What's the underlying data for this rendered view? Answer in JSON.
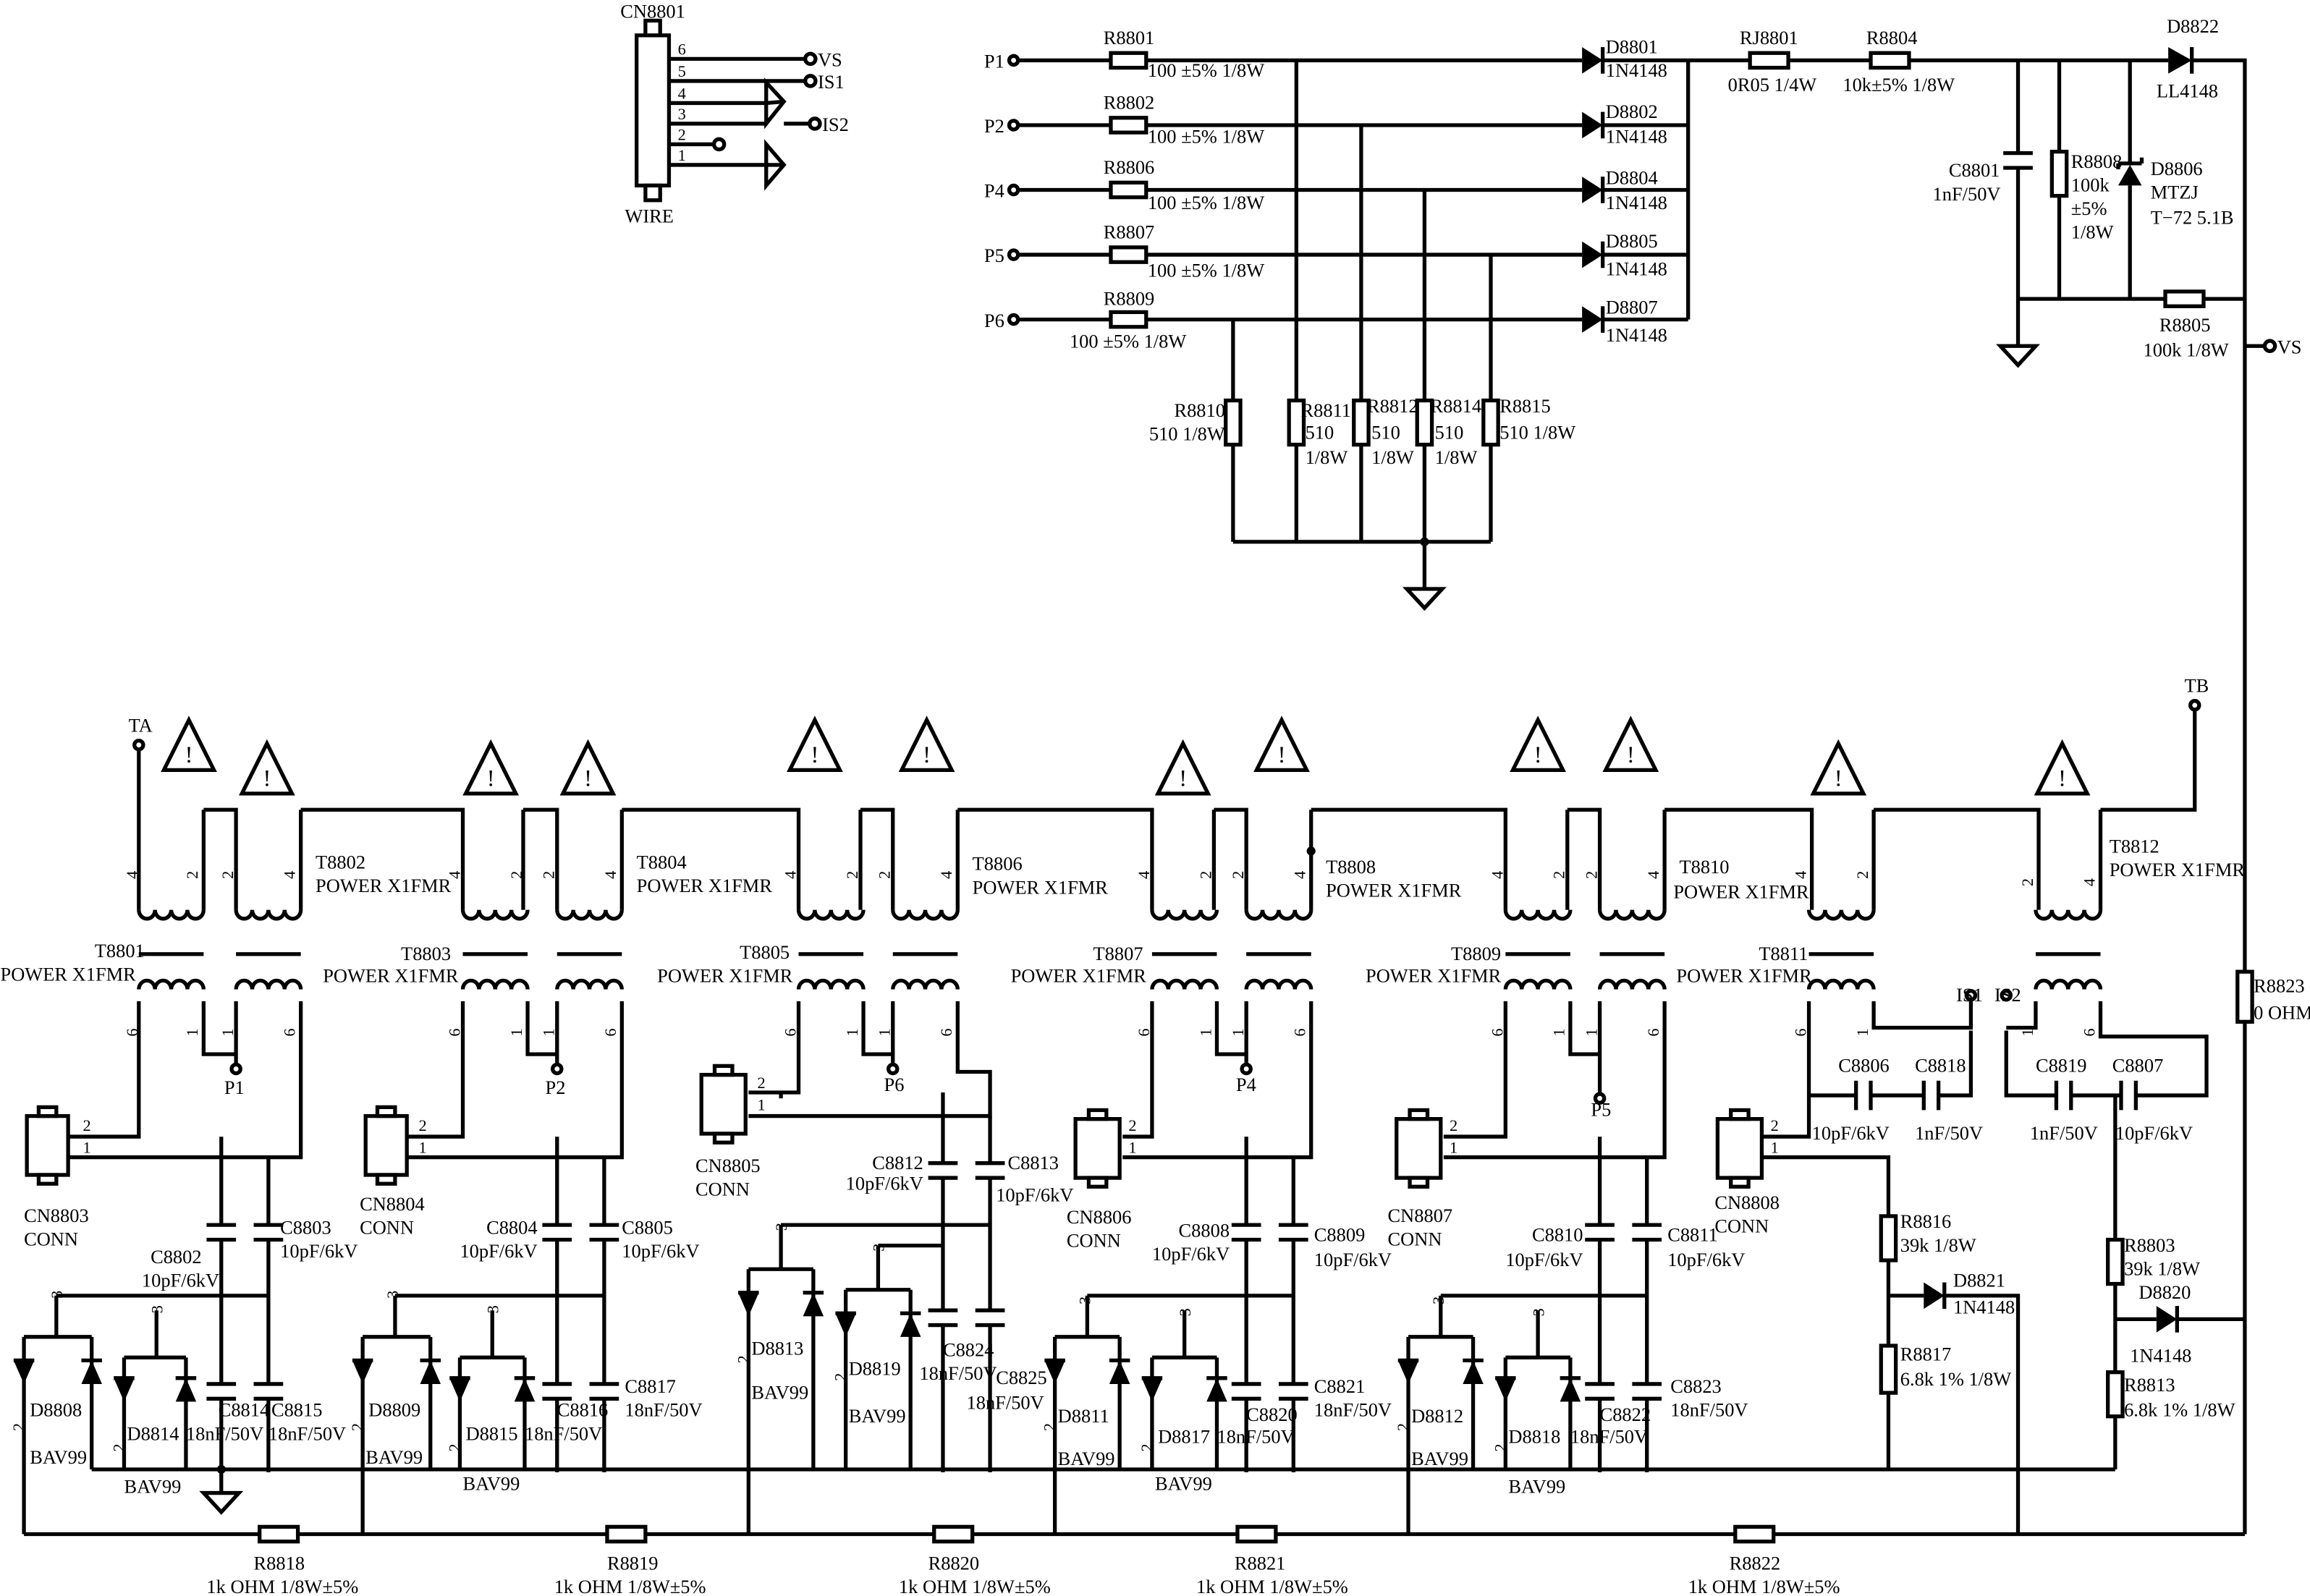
{
  "connector_top": {
    "ref": "CN8801",
    "type": "WIRE",
    "pins": [
      "6",
      "5",
      "4",
      "3",
      "2",
      "1"
    ],
    "net_vs": "VS",
    "net_is1": "IS1",
    "net_is2": "IS2"
  },
  "input_rows": [
    {
      "net": "P1",
      "res": "R8801",
      "res_val": "100 ±5% 1/8W",
      "diode": "D8801",
      "diode_val": "1N4148"
    },
    {
      "net": "P2",
      "res": "R8802",
      "res_val": "100 ±5% 1/8W",
      "diode": "D8802",
      "diode_val": "1N4148"
    },
    {
      "net": "P4",
      "res": "R8806",
      "res_val": "100 ±5% 1/8W",
      "diode": "D8804",
      "diode_val": "1N4148"
    },
    {
      "net": "P5",
      "res": "R8807",
      "res_val": "100 ±5% 1/8W",
      "diode": "D8805",
      "diode_val": "1N4148"
    },
    {
      "net": "P6",
      "res": "R8809",
      "res_val": "100 ±5% 1/8W",
      "diode": "D8807",
      "diode_val": "1N4148"
    }
  ],
  "pulldowns": [
    {
      "ref": "R8810",
      "val": "510 1/8W"
    },
    {
      "ref": "R8811",
      "val1": "510",
      "val2": "1/8W"
    },
    {
      "ref": "R8812",
      "val1": "510",
      "val2": "1/8W"
    },
    {
      "ref": "R8814",
      "val1": "510",
      "val2": "1/8W"
    },
    {
      "ref": "R8815",
      "val": "510 1/8W"
    }
  ],
  "vs_chain": {
    "rj_ref": "RJ8801",
    "rj_val": "0R05 1/4W",
    "r4_ref": "R8804",
    "r4_val": "10k±5% 1/8W",
    "d22_ref": "D8822",
    "d22_val": "LL4148",
    "c1_ref": "C8801",
    "c1_val": "1nF/50V",
    "r8_ref": "R8808",
    "r8_v1": "100k",
    "r8_v2": "±5%",
    "r8_v3": "1/8W",
    "d6_ref": "D8806",
    "d6_v1": "MTZJ",
    "d6_v2": "T−72 5.1B",
    "r5_ref": "R8805",
    "r5_val": "100k 1/8W",
    "vs": "VS"
  },
  "transformers": [
    {
      "ref": "T8801",
      "desc": "POWER X1FMR"
    },
    {
      "ref": "T8802",
      "desc": "POWER X1FMR"
    },
    {
      "ref": "T8803",
      "desc": "POWER X1FMR"
    },
    {
      "ref": "T8804",
      "desc": "POWER X1FMR"
    },
    {
      "ref": "T8805",
      "desc": "POWER X1FMR"
    },
    {
      "ref": "T8806",
      "desc": "POWER X1FMR"
    },
    {
      "ref": "T8807",
      "desc": "POWER X1FMR"
    },
    {
      "ref": "T8808",
      "desc": "POWER X1FMR"
    },
    {
      "ref": "T8809",
      "desc": "POWER X1FMR"
    },
    {
      "ref": "T8810",
      "desc": "POWER X1FMR"
    },
    {
      "ref": "T8811",
      "desc": "POWER X1FMR"
    },
    {
      "ref": "T8812",
      "desc": "POWER X1FMR"
    }
  ],
  "pin_labels": {
    "p2": "2",
    "p4": "4",
    "p1": "1",
    "p6": "6",
    "p3": "3"
  },
  "nets": {
    "ta": "TA",
    "tb": "TB",
    "p1": "P1",
    "p2": "P2",
    "p4": "P4",
    "p5": "P5",
    "p6": "P6",
    "is1": "IS1",
    "is2": "IS2"
  },
  "warning_glyph": "!",
  "connectors": [
    {
      "ref": "CN8803",
      "type": "CONN"
    },
    {
      "ref": "CN8804",
      "type": "CONN"
    },
    {
      "ref": "CN8805",
      "type": "CONN"
    },
    {
      "ref": "CN8806",
      "type": "CONN"
    },
    {
      "ref": "CN8807",
      "type": "CONN"
    },
    {
      "ref": "CN8808",
      "type": "CONN"
    }
  ],
  "hv_caps": [
    {
      "ref": "C8802",
      "val": "10pF/6kV"
    },
    {
      "ref": "C8803",
      "val": "10pF/6kV"
    },
    {
      "ref": "C8804",
      "val": "10pF/6kV"
    },
    {
      "ref": "C8805",
      "val": "10pF/6kV"
    },
    {
      "ref": "C8812",
      "val": "10pF/6kV"
    },
    {
      "ref": "C8813",
      "val": "10pF/6kV"
    },
    {
      "ref": "C8808",
      "val": "10pF/6kV"
    },
    {
      "ref": "C8809",
      "val": "10pF/6kV"
    },
    {
      "ref": "C8810",
      "val": "10pF/6kV"
    },
    {
      "ref": "C8811",
      "val": "10pF/6kV"
    },
    {
      "ref": "C8806",
      "val": "10pF/6kV"
    },
    {
      "ref": "C8818",
      "val": "1nF/50V"
    },
    {
      "ref": "C8819",
      "val": "1nF/50V"
    },
    {
      "ref": "C8807",
      "val": "10pF/6kV"
    }
  ],
  "lv_caps": [
    {
      "ref": "C8814",
      "val": "18nF/50V"
    },
    {
      "ref": "C8815",
      "val": "18nF/50V"
    },
    {
      "ref": "C8816",
      "val": "18nF/50V"
    },
    {
      "ref": "C8817",
      "val": "18nF/50V"
    },
    {
      "ref": "C8824",
      "val": "18nF/50V"
    },
    {
      "ref": "C8825",
      "val": "18nF/50V"
    },
    {
      "ref": "C8820",
      "val": "18nF/50V"
    },
    {
      "ref": "C8821",
      "val": "18nF/50V"
    },
    {
      "ref": "C8822",
      "val": "18nF/50V"
    },
    {
      "ref": "C8823",
      "val": "18nF/50V"
    }
  ],
  "bav_diodes": [
    {
      "ref": "D8808",
      "val": "BAV99"
    },
    {
      "ref": "D8814",
      "val": "BAV99"
    },
    {
      "ref": "D8809",
      "val": "BAV99"
    },
    {
      "ref": "D8815",
      "val": "BAV99"
    },
    {
      "ref": "D8813",
      "val": "BAV99"
    },
    {
      "ref": "D8819",
      "val": "BAV99"
    },
    {
      "ref": "D8811",
      "val": "BAV99"
    },
    {
      "ref": "D8817",
      "val": "BAV99"
    },
    {
      "ref": "D8812",
      "val": "BAV99"
    },
    {
      "ref": "D8818",
      "val": "BAV99"
    }
  ],
  "bottom_resistors": [
    {
      "ref": "R8818",
      "val": "1k OHM 1/8W±5%"
    },
    {
      "ref": "R8819",
      "val": "1k OHM 1/8W±5%"
    },
    {
      "ref": "R8820",
      "val": "1k OHM 1/8W±5%"
    },
    {
      "ref": "R8821",
      "val": "1k OHM 1/8W±5%"
    },
    {
      "ref": "R8822",
      "val": "1k OHM 1/8W±5%"
    }
  ],
  "sense": {
    "r16_ref": "R8816",
    "r16_val": "39k 1/8W",
    "d21_ref": "D8821",
    "d21_val": "1N4148",
    "r17_ref": "R8817",
    "r17_val": "6.8k 1% 1/8W",
    "r3_ref": "R8803",
    "r3_val": "39k 1/8W",
    "d20_ref": "D8820",
    "d20_val": "1N4148",
    "r13_ref": "R8813",
    "r13_val": "6.8k 1% 1/8W",
    "r23_ref": "R8823",
    "r23_val": "0 OHM"
  }
}
